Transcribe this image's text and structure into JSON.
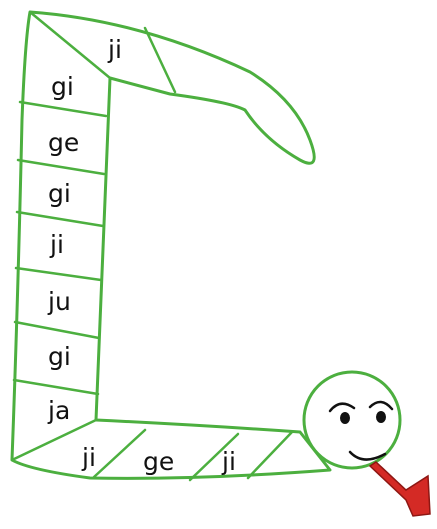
{
  "colors": {
    "outline": "#4caf3f",
    "tongue": "#d42a25",
    "ink": "#111111",
    "background": "#ffffff"
  },
  "snake": {
    "head_segments": [
      {
        "text": "ji"
      }
    ],
    "body_segments": [
      {
        "text": "gi"
      },
      {
        "text": "ge"
      },
      {
        "text": "gi"
      },
      {
        "text": "ji"
      },
      {
        "text": "ju"
      },
      {
        "text": "gi"
      },
      {
        "text": "ja"
      }
    ],
    "tail_segments": [
      {
        "text": "ji"
      },
      {
        "text": "ge"
      },
      {
        "text": "ji"
      }
    ]
  }
}
